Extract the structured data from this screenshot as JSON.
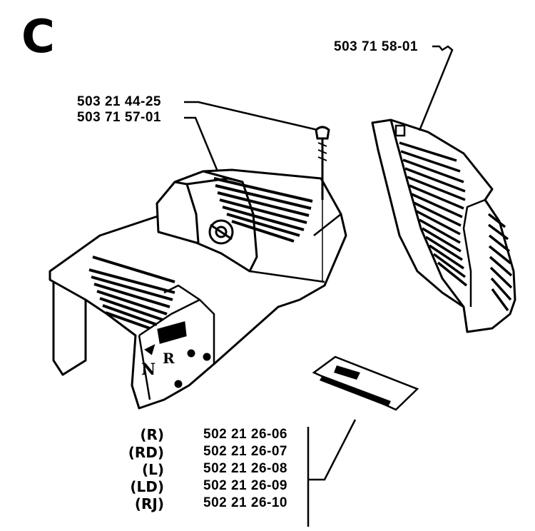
{
  "section_letter": "C",
  "callouts": {
    "rear_cover": "503 71 58-01",
    "screw": "503 21 44-25",
    "top_cover": "503 71 57-01"
  },
  "decals": [
    {
      "variant": "(R)",
      "part": "502 21 26-06"
    },
    {
      "variant": "(RD)",
      "part": "502 21 26-07"
    },
    {
      "variant": "(L)",
      "part": "502 21 26-08"
    },
    {
      "variant": "(LD)",
      "part": "502 21 26-09"
    },
    {
      "variant": "(RJ)",
      "part": "502 21 26-10"
    }
  ],
  "cover_markings": [
    "N",
    "R"
  ]
}
